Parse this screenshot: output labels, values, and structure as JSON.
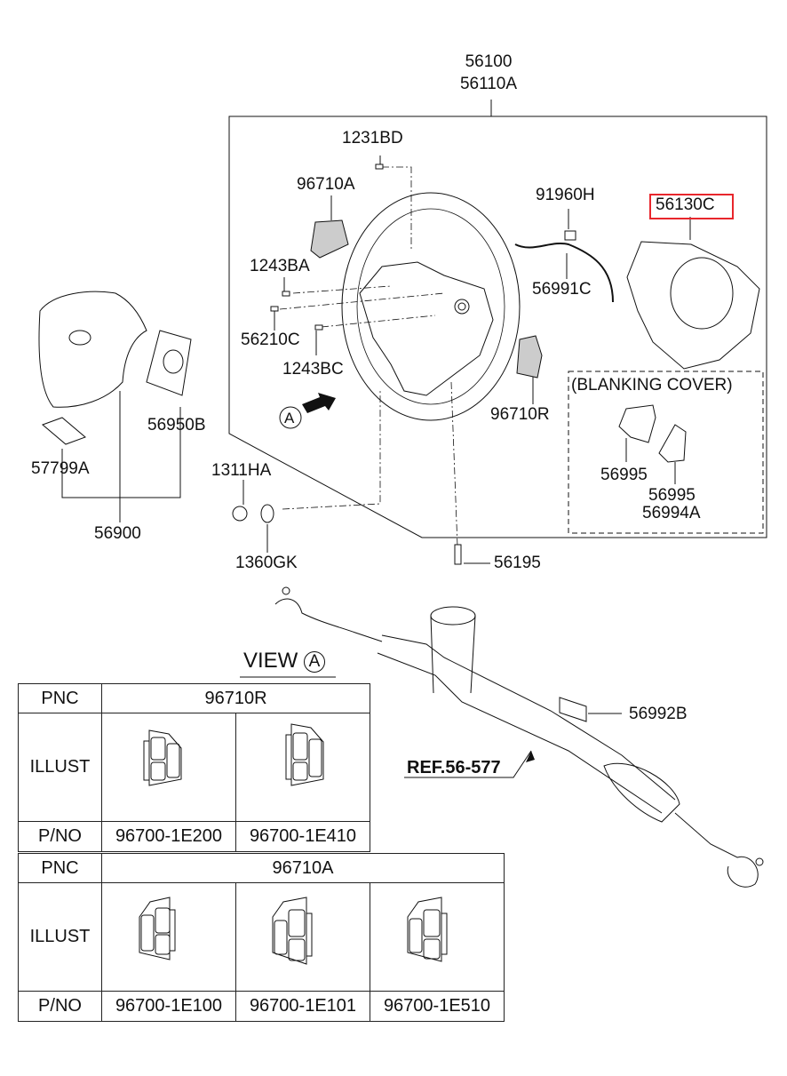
{
  "diagram": {
    "title_labels": [
      "56100",
      "56110A"
    ],
    "highlight_color": "#e8262c",
    "parts": {
      "p1231BD": "1231BD",
      "p96710A": "96710A",
      "p1243BA": "1243BA",
      "p56210C": "56210C",
      "p1243BC": "1243BC",
      "p91960H": "91960H",
      "p56991C": "56991C",
      "p56130C": "56130C",
      "p96710R": "96710R",
      "p56950B": "56950B",
      "p57799A": "57799A",
      "p56900": "56900",
      "p1311HA": "1311HA",
      "p1360GK": "1360GK",
      "p56195": "56195",
      "p56992B": "56992B",
      "p56995a": "56995",
      "p56995b": "56995",
      "p56994A": "56994A"
    },
    "highlighted_part": "56130C",
    "blanking_cover_label": "(BLANKING COVER)",
    "view_marker": "A",
    "ref_label": "REF.56-577"
  },
  "view_a": {
    "title": "VIEW",
    "marker": "A",
    "table_r": {
      "row_labels": [
        "PNC",
        "ILLUST",
        "P/NO"
      ],
      "pnc": "96710R",
      "part_numbers": [
        "96700-1E200",
        "96700-1E410"
      ]
    },
    "table_a": {
      "row_labels": [
        "PNC",
        "ILLUST",
        "P/NO"
      ],
      "pnc": "96710A",
      "part_numbers": [
        "96700-1E100",
        "96700-1E101",
        "96700-1E510"
      ]
    }
  }
}
